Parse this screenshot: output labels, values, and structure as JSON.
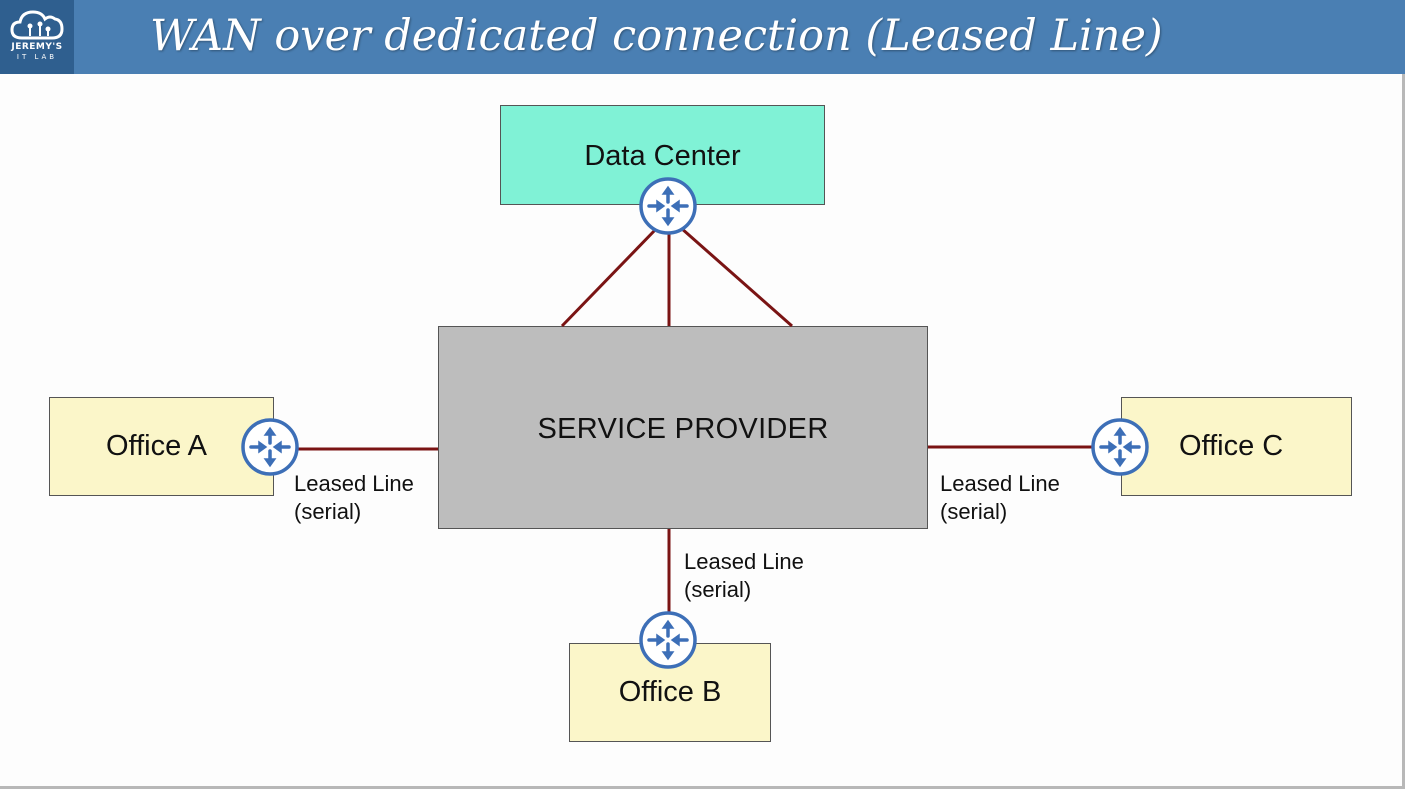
{
  "header": {
    "title": "WAN over dedicated connection (Leased Line)",
    "logo_line1": "JEREMY'S",
    "logo_line2": "IT LAB"
  },
  "nodes": {
    "data_center": "Data Center",
    "service_provider": "SERVICE PROVIDER",
    "office_a": "Office A",
    "office_b": "Office B",
    "office_c": "Office C"
  },
  "links": {
    "a": {
      "line1": "Leased Line",
      "line2": "(serial)"
    },
    "b": {
      "line1": "Leased Line",
      "line2": "(serial)"
    },
    "c": {
      "line1": "Leased Line",
      "line2": "(serial)"
    }
  },
  "colors": {
    "header": "#4a7fb3",
    "data_center": "#80f2d6",
    "service_provider": "#bdbdbd",
    "office": "#fbf6c9",
    "link": "#7a1414",
    "router": "#3d6fb7"
  },
  "icons": [
    "router-icon",
    "cloud-logo-icon"
  ]
}
